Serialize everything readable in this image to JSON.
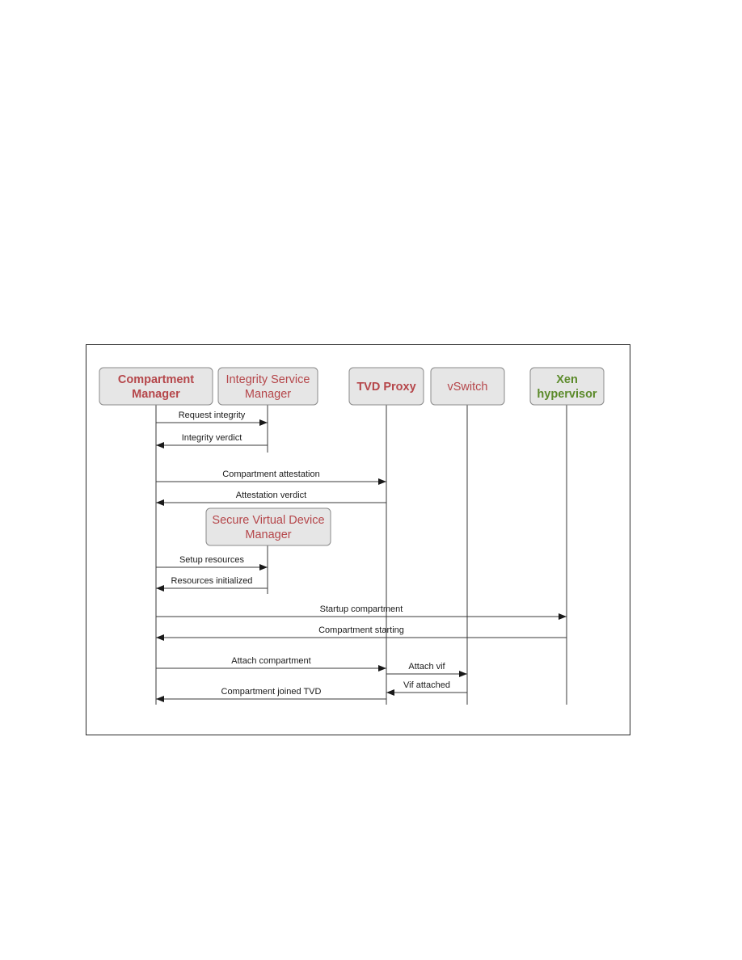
{
  "colors": {
    "participant_red": "#b5464a",
    "participant_green": "#5b8a2a",
    "participant_fill": "#e6e6e6",
    "line": "#3a3a3a",
    "text": "#1a1a1a"
  },
  "participants": [
    {
      "id": "cm",
      "lines": [
        "Compartment",
        "Manager"
      ],
      "bold": true,
      "color": "red"
    },
    {
      "id": "ism",
      "lines": [
        "Integrity Service",
        "Manager"
      ],
      "bold": false,
      "color": "red"
    },
    {
      "id": "tvd",
      "lines": [
        "TVD Proxy"
      ],
      "bold": true,
      "color": "red"
    },
    {
      "id": "vsw",
      "lines": [
        "vSwitch"
      ],
      "bold": false,
      "color": "red"
    },
    {
      "id": "xen",
      "lines": [
        "Xen",
        "hypervisor"
      ],
      "bold": true,
      "color": "green"
    },
    {
      "id": "svdm",
      "lines": [
        "Secure Virtual Device",
        "Manager"
      ],
      "bold": false,
      "color": "red"
    }
  ],
  "messages": [
    {
      "from": "cm",
      "to": "ism",
      "label": "Request integrity"
    },
    {
      "from": "ism",
      "to": "cm",
      "label": "Integrity verdict"
    },
    {
      "from": "cm",
      "to": "tvd",
      "label": "Compartment attestation"
    },
    {
      "from": "tvd",
      "to": "cm",
      "label": "Attestation verdict"
    },
    {
      "from": "cm",
      "to": "svdm",
      "label": "Setup resources"
    },
    {
      "from": "svdm",
      "to": "cm",
      "label": "Resources initialized"
    },
    {
      "from": "cm",
      "to": "xen",
      "label": "Startup compartment"
    },
    {
      "from": "xen",
      "to": "cm",
      "label": "Compartment starting"
    },
    {
      "from": "cm",
      "to": "tvd",
      "label": "Attach compartment"
    },
    {
      "from": "tvd",
      "to": "vsw",
      "label": "Attach vif"
    },
    {
      "from": "vsw",
      "to": "tvd",
      "label": "Vif attached"
    },
    {
      "from": "tvd",
      "to": "cm",
      "label": "Compartment joined TVD"
    }
  ]
}
